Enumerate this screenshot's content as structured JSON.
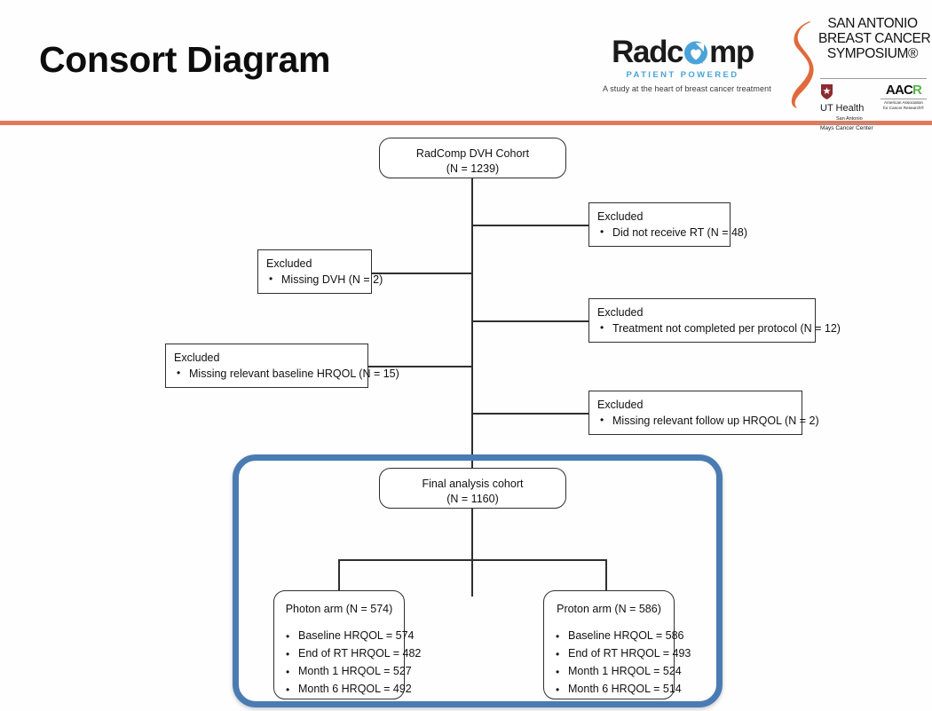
{
  "slide": {
    "title": "Consort Diagram",
    "accent_rule_color": "#e2795c",
    "highlight_color": "#4a7cb3"
  },
  "logos": {
    "radcomp": {
      "word_part1": "Radc",
      "word_part2": "mp",
      "tagline": "PATIENT POWERED",
      "subtitle": "A study at the heart of breast cancer treatment",
      "tagline_color": "#4aa3d8",
      "heart_color": "#4aa3d8"
    },
    "sabcs": {
      "line1": "SAN ANTONIO",
      "line2": "BREAST CANCER",
      "line3": "SYMPOSIUM®",
      "ribbon_color": "#e06a3c",
      "ut_health": "UT Health",
      "ut_sub1": "San Antonio",
      "ut_sub2": "Mays Cancer Center",
      "aacr_main": "AAC",
      "aacr_accent": "R",
      "aacr_accent_color": "#5bb24a",
      "aacr_sub1": "American Association",
      "aacr_sub2": "for Cancer Research®"
    }
  },
  "diagram": {
    "type": "consort-flow",
    "nodes": {
      "cohort": {
        "line1": "RadComp DVH Cohort",
        "line2": "(N = 1239)"
      },
      "final": {
        "line1": "Final analysis cohort",
        "line2": "(N = 1160)"
      },
      "excluded_rt": {
        "header": "Excluded",
        "items": [
          "Did not receive RT (N = 48)"
        ]
      },
      "excluded_dvh": {
        "header": "Excluded",
        "items": [
          "Missing DVH (N = 2)"
        ]
      },
      "excluded_protocol": {
        "header": "Excluded",
        "items": [
          "Treatment not completed per protocol (N = 12)"
        ]
      },
      "excluded_baseline": {
        "header": "Excluded",
        "items": [
          "Missing relevant baseline HRQOL (N = 15)"
        ]
      },
      "excluded_followup": {
        "header": "Excluded",
        "items": [
          "Missing relevant follow up HRQOL  (N = 2)"
        ]
      },
      "photon_arm": {
        "title": "Photon arm (N = 574)",
        "items": [
          "Baseline HRQOL  = 574",
          "End of RT HRQOL = 482",
          "Month 1 HRQOL = 527",
          "Month 6 HRQOL = 492"
        ]
      },
      "proton_arm": {
        "title": "Proton arm (N = 586)",
        "items": [
          "Baseline HRQOL = 586",
          "End of RT HRQOL = 493",
          "Month 1 HRQOL = 524",
          "Month 6 HRQOL = 514"
        ]
      }
    }
  }
}
